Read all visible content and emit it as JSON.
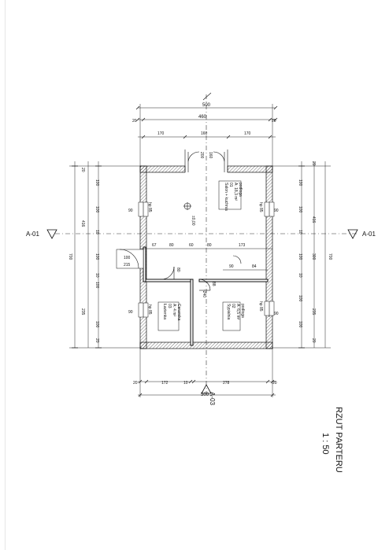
{
  "drawing": {
    "title": "RZUT PARTERU",
    "scale": "1 : 50",
    "section_left": "A-01",
    "section_right": "A-01",
    "section_bottom": "A-03"
  },
  "top_dims": {
    "overall": "500",
    "row2": [
      "20",
      "460",
      "20"
    ],
    "row3": [
      "170",
      "160",
      "170"
    ]
  },
  "bottom_dims": {
    "row1": [
      "20",
      "172",
      "10",
      "278",
      "20"
    ],
    "overall": "500"
  },
  "left_dims": {
    "outer": [
      "20",
      "100",
      "100",
      "10",
      "100",
      "10",
      "100",
      "235",
      "100",
      "20"
    ],
    "mid": [
      "416",
      "700"
    ]
  },
  "right_dims": {
    "outer": [
      "20",
      "100",
      "100",
      "10",
      "100",
      "10",
      "100",
      "235",
      "100",
      "20"
    ],
    "mid": [
      "416",
      "300",
      "700"
    ]
  },
  "interior_dims": {
    "row_a": [
      "67",
      "80",
      "60",
      "80",
      "173"
    ],
    "row_b": [
      "90",
      "84"
    ],
    "misc": [
      "160",
      "200",
      "100",
      "215",
      "80",
      "88",
      "-240",
      "90",
      "90",
      "90",
      "90"
    ]
  },
  "rooms": [
    {
      "name": "Salon + kuchnia",
      "num": "01",
      "area": "A: 18,3 m²",
      "floor": "podłoga"
    },
    {
      "name": "Łazienka",
      "num": "03",
      "area": "A: 4 m²",
      "floor": "Ceramika"
    },
    {
      "name": "Sypialnia",
      "num": "02",
      "area": "A: 6,5 m²",
      "floor": "podłoga"
    }
  ],
  "labels": {
    "level": "±0,00",
    "h1": "hp 85",
    "h2": "hp 85",
    "h3": "hp 85",
    "h4": "hp 85"
  }
}
